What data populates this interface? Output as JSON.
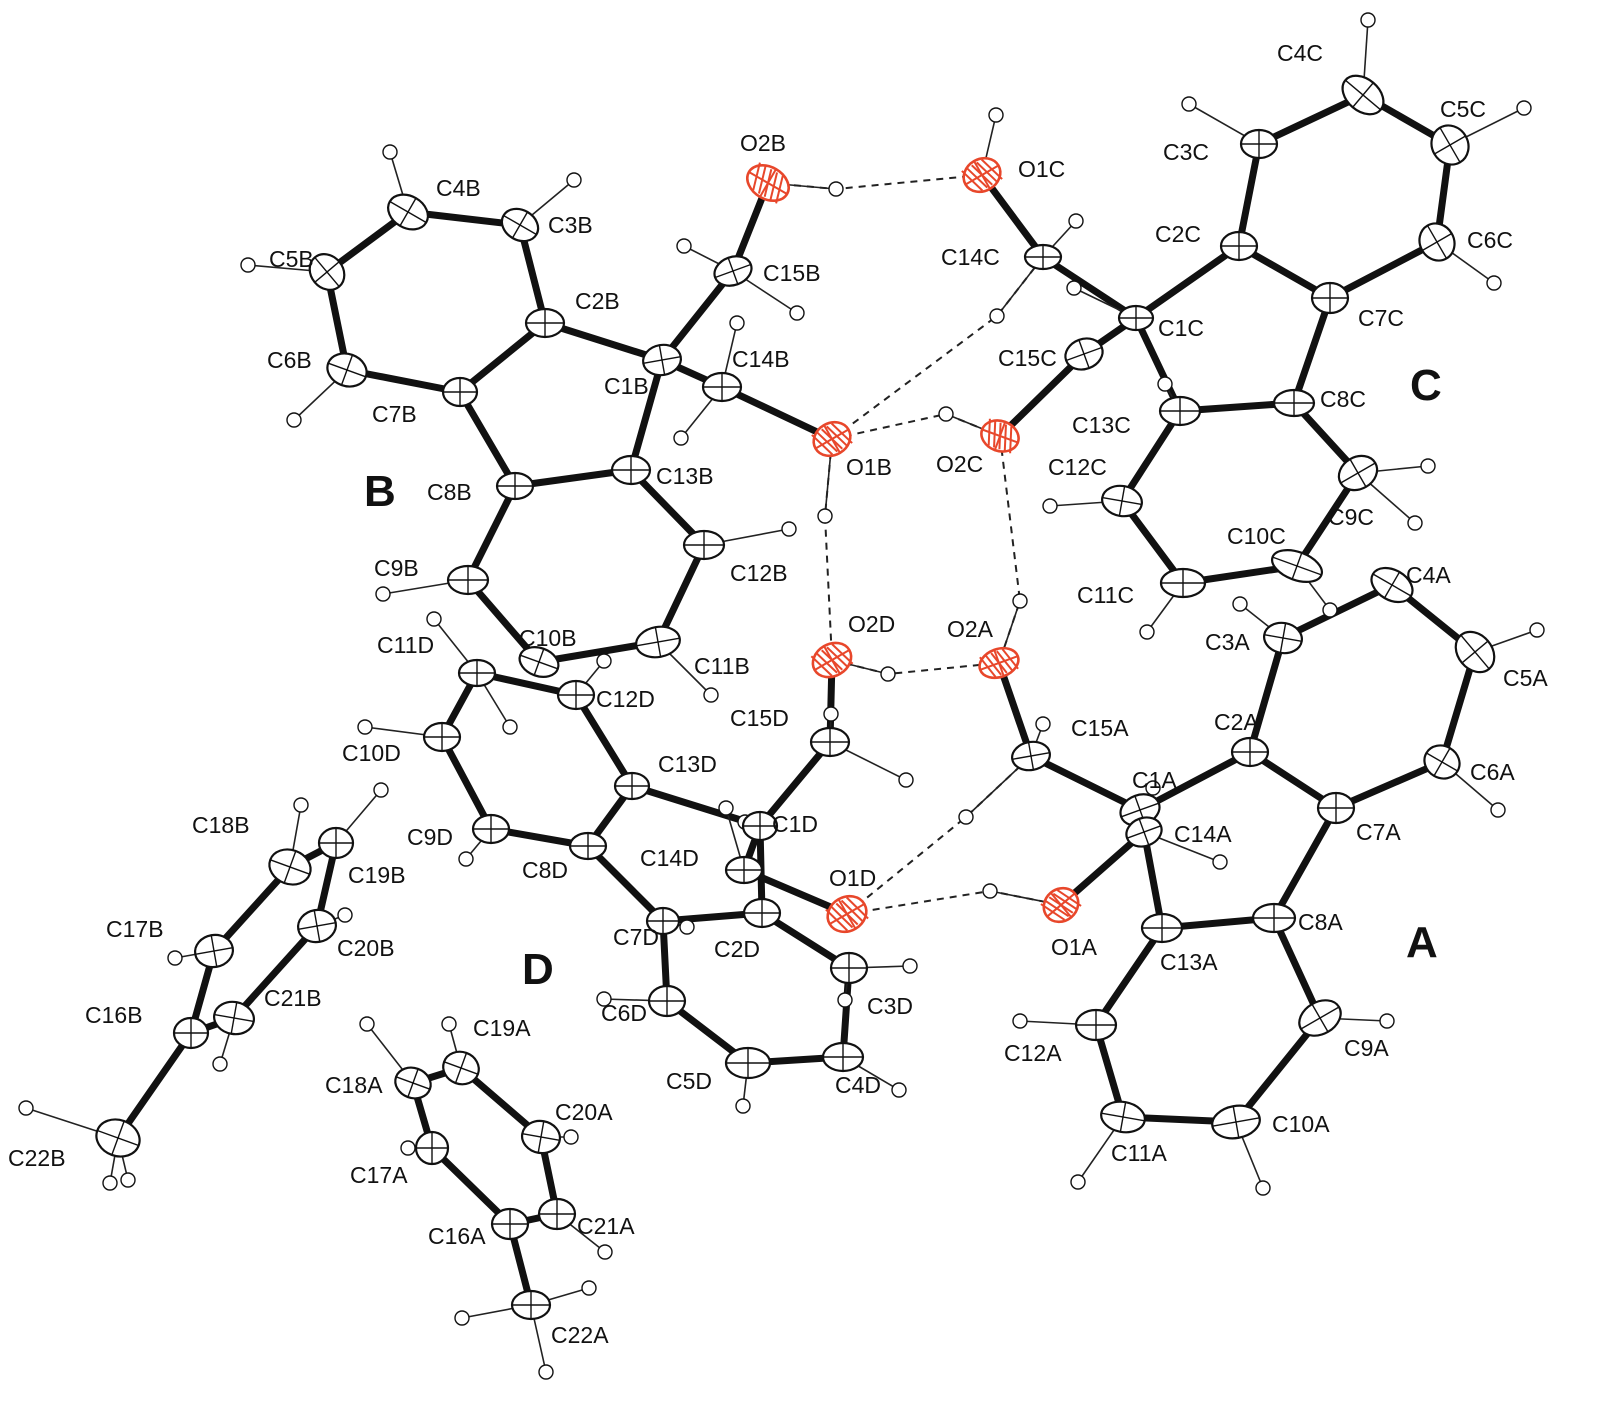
{
  "molecule_labels": [
    "A",
    "B",
    "C",
    "D"
  ],
  "atoms": [
    {
      "id": "C1A",
      "el": "C"
    },
    {
      "id": "C2A",
      "el": "C"
    },
    {
      "id": "C3A",
      "el": "C"
    },
    {
      "id": "C4A",
      "el": "C"
    },
    {
      "id": "C5A",
      "el": "C"
    },
    {
      "id": "C6A",
      "el": "C"
    },
    {
      "id": "C7A",
      "el": "C"
    },
    {
      "id": "C8A",
      "el": "C"
    },
    {
      "id": "C9A",
      "el": "C"
    },
    {
      "id": "C10A",
      "el": "C"
    },
    {
      "id": "C11A",
      "el": "C"
    },
    {
      "id": "C12A",
      "el": "C"
    },
    {
      "id": "C13A",
      "el": "C"
    },
    {
      "id": "C14A",
      "el": "C"
    },
    {
      "id": "C15A",
      "el": "C"
    },
    {
      "id": "O1A",
      "el": "O"
    },
    {
      "id": "O2A",
      "el": "O"
    },
    {
      "id": "C16A",
      "el": "C"
    },
    {
      "id": "C17A",
      "el": "C"
    },
    {
      "id": "C18A",
      "el": "C"
    },
    {
      "id": "C19A",
      "el": "C"
    },
    {
      "id": "C20A",
      "el": "C"
    },
    {
      "id": "C21A",
      "el": "C"
    },
    {
      "id": "C22A",
      "el": "C"
    },
    {
      "id": "C1B",
      "el": "C"
    },
    {
      "id": "C2B",
      "el": "C"
    },
    {
      "id": "C3B",
      "el": "C"
    },
    {
      "id": "C4B",
      "el": "C"
    },
    {
      "id": "C5B",
      "el": "C"
    },
    {
      "id": "C6B",
      "el": "C"
    },
    {
      "id": "C7B",
      "el": "C"
    },
    {
      "id": "C8B",
      "el": "C"
    },
    {
      "id": "C9B",
      "el": "C"
    },
    {
      "id": "C10B",
      "el": "C"
    },
    {
      "id": "C11B",
      "el": "C"
    },
    {
      "id": "C12B",
      "el": "C"
    },
    {
      "id": "C13B",
      "el": "C"
    },
    {
      "id": "C14B",
      "el": "C"
    },
    {
      "id": "C15B",
      "el": "C"
    },
    {
      "id": "O1B",
      "el": "O"
    },
    {
      "id": "O2B",
      "el": "O"
    },
    {
      "id": "C16B",
      "el": "C"
    },
    {
      "id": "C17B",
      "el": "C"
    },
    {
      "id": "C18B",
      "el": "C"
    },
    {
      "id": "C19B",
      "el": "C"
    },
    {
      "id": "C20B",
      "el": "C"
    },
    {
      "id": "C21B",
      "el": "C"
    },
    {
      "id": "C22B",
      "el": "C"
    },
    {
      "id": "C1C",
      "el": "C"
    },
    {
      "id": "C2C",
      "el": "C"
    },
    {
      "id": "C3C",
      "el": "C"
    },
    {
      "id": "C4C",
      "el": "C"
    },
    {
      "id": "C5C",
      "el": "C"
    },
    {
      "id": "C6C",
      "el": "C"
    },
    {
      "id": "C7C",
      "el": "C"
    },
    {
      "id": "C8C",
      "el": "C"
    },
    {
      "id": "C9C",
      "el": "C"
    },
    {
      "id": "C10C",
      "el": "C"
    },
    {
      "id": "C11C",
      "el": "C"
    },
    {
      "id": "C12C",
      "el": "C"
    },
    {
      "id": "C13C",
      "el": "C"
    },
    {
      "id": "C14C",
      "el": "C"
    },
    {
      "id": "C15C",
      "el": "C"
    },
    {
      "id": "O1C",
      "el": "O"
    },
    {
      "id": "O2C",
      "el": "O"
    },
    {
      "id": "C1D",
      "el": "C"
    },
    {
      "id": "C2D",
      "el": "C"
    },
    {
      "id": "C3D",
      "el": "C"
    },
    {
      "id": "C4D",
      "el": "C"
    },
    {
      "id": "C5D",
      "el": "C"
    },
    {
      "id": "C6D",
      "el": "C"
    },
    {
      "id": "C7D",
      "el": "C"
    },
    {
      "id": "C8D",
      "el": "C"
    },
    {
      "id": "C9D",
      "el": "C"
    },
    {
      "id": "C10D",
      "el": "C"
    },
    {
      "id": "C11D",
      "el": "C"
    },
    {
      "id": "C12D",
      "el": "C"
    },
    {
      "id": "C13D",
      "el": "C"
    },
    {
      "id": "C14D",
      "el": "C"
    },
    {
      "id": "C15D",
      "el": "C"
    },
    {
      "id": "O1D",
      "el": "O"
    },
    {
      "id": "O2D",
      "el": "O"
    }
  ],
  "bonds": [
    [
      "C1A",
      "C2A"
    ],
    [
      "C2A",
      "C3A"
    ],
    [
      "C3A",
      "C4A"
    ],
    [
      "C4A",
      "C5A"
    ],
    [
      "C5A",
      "C6A"
    ],
    [
      "C6A",
      "C7A"
    ],
    [
      "C7A",
      "C2A"
    ],
    [
      "C7A",
      "C8A"
    ],
    [
      "C8A",
      "C9A"
    ],
    [
      "C9A",
      "C10A"
    ],
    [
      "C10A",
      "C11A"
    ],
    [
      "C11A",
      "C12A"
    ],
    [
      "C12A",
      "C13A"
    ],
    [
      "C13A",
      "C8A"
    ],
    [
      "C13A",
      "C1A"
    ],
    [
      "C1A",
      "C14A"
    ],
    [
      "C14A",
      "O1A"
    ],
    [
      "C1A",
      "C15A"
    ],
    [
      "C15A",
      "O2A"
    ],
    [
      "C16A",
      "C17A"
    ],
    [
      "C17A",
      "C18A"
    ],
    [
      "C18A",
      "C19A"
    ],
    [
      "C19A",
      "C20A"
    ],
    [
      "C20A",
      "C21A"
    ],
    [
      "C21A",
      "C16A"
    ],
    [
      "C16A",
      "C22A"
    ],
    [
      "C1B",
      "C2B"
    ],
    [
      "C2B",
      "C3B"
    ],
    [
      "C3B",
      "C4B"
    ],
    [
      "C4B",
      "C5B"
    ],
    [
      "C5B",
      "C6B"
    ],
    [
      "C6B",
      "C7B"
    ],
    [
      "C7B",
      "C2B"
    ],
    [
      "C7B",
      "C8B"
    ],
    [
      "C8B",
      "C9B"
    ],
    [
      "C9B",
      "C10B"
    ],
    [
      "C10B",
      "C11B"
    ],
    [
      "C11B",
      "C12B"
    ],
    [
      "C12B",
      "C13B"
    ],
    [
      "C13B",
      "C8B"
    ],
    [
      "C13B",
      "C1B"
    ],
    [
      "C1B",
      "C14B"
    ],
    [
      "C14B",
      "O1B"
    ],
    [
      "C1B",
      "C15B"
    ],
    [
      "C15B",
      "O2B"
    ],
    [
      "C16B",
      "C17B"
    ],
    [
      "C17B",
      "C18B"
    ],
    [
      "C18B",
      "C19B"
    ],
    [
      "C19B",
      "C20B"
    ],
    [
      "C20B",
      "C21B"
    ],
    [
      "C21B",
      "C16B"
    ],
    [
      "C16B",
      "C22B"
    ],
    [
      "C1C",
      "C2C"
    ],
    [
      "C2C",
      "C3C"
    ],
    [
      "C3C",
      "C4C"
    ],
    [
      "C4C",
      "C5C"
    ],
    [
      "C5C",
      "C6C"
    ],
    [
      "C6C",
      "C7C"
    ],
    [
      "C7C",
      "C2C"
    ],
    [
      "C7C",
      "C8C"
    ],
    [
      "C8C",
      "C9C"
    ],
    [
      "C9C",
      "C10C"
    ],
    [
      "C10C",
      "C11C"
    ],
    [
      "C11C",
      "C12C"
    ],
    [
      "C12C",
      "C13C"
    ],
    [
      "C13C",
      "C8C"
    ],
    [
      "C13C",
      "C1C"
    ],
    [
      "C1C",
      "C14C"
    ],
    [
      "C14C",
      "O1C"
    ],
    [
      "C1C",
      "C15C"
    ],
    [
      "C15C",
      "O2C"
    ],
    [
      "C1D",
      "C2D"
    ],
    [
      "C2D",
      "C3D"
    ],
    [
      "C3D",
      "C4D"
    ],
    [
      "C4D",
      "C5D"
    ],
    [
      "C5D",
      "C6D"
    ],
    [
      "C6D",
      "C7D"
    ],
    [
      "C7D",
      "C2D"
    ],
    [
      "C7D",
      "C8D"
    ],
    [
      "C8D",
      "C9D"
    ],
    [
      "C9D",
      "C10D"
    ],
    [
      "C10D",
      "C11D"
    ],
    [
      "C11D",
      "C12D"
    ],
    [
      "C12D",
      "C13D"
    ],
    [
      "C13D",
      "C8D"
    ],
    [
      "C13D",
      "C1D"
    ],
    [
      "C1D",
      "C14D"
    ],
    [
      "C14D",
      "O1D"
    ],
    [
      "C1D",
      "C15D"
    ],
    [
      "C15D",
      "O2D"
    ]
  ],
  "hydrogen_bonds": [
    [
      "O2B",
      "O1C"
    ],
    [
      "O1B",
      "C14C"
    ],
    [
      "O1B",
      "O2C"
    ],
    [
      "O1B",
      "O2D"
    ],
    [
      "O2C",
      "O2A"
    ],
    [
      "O2D",
      "O2A"
    ],
    [
      "O1D",
      "C15A"
    ],
    [
      "O1D",
      "O1A"
    ]
  ]
}
